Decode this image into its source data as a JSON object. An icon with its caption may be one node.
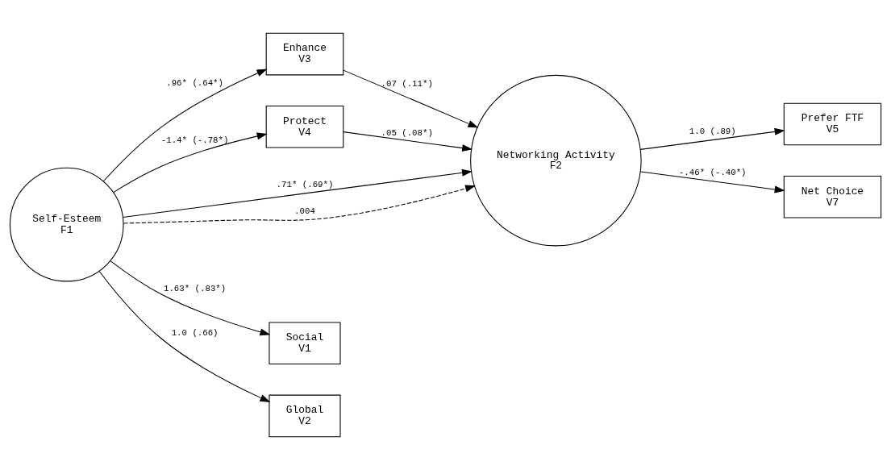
{
  "diagram": {
    "nodes": [
      {
        "text": [
          "Self-Esteem",
          "F1"
        ]
      },
      {
        "text": [
          "Enhance",
          "V3"
        ]
      },
      {
        "text": [
          "Protect",
          "V4"
        ]
      },
      {
        "text": [
          "Networking Activity",
          "F2"
        ]
      },
      {
        "text": [
          "Social",
          "V1"
        ]
      },
      {
        "text": [
          "Global",
          "V2"
        ]
      },
      {
        "text": [
          "Prefer FTF",
          "V5"
        ]
      },
      {
        "text": [
          "Net Choice",
          "V7"
        ]
      }
    ],
    "edges": [
      {
        "from": 0,
        "to": 3,
        "arrow": "to",
        "label": ".71* (.69*)"
      },
      {
        "from": 0,
        "to": 1,
        "arrow": "to",
        "label": ".96* (.64*)"
      },
      {
        "from": 0,
        "to": 3,
        "arrow": "to",
        "label": ".004",
        "style": "dashed"
      },
      {
        "from": 0,
        "to": 2,
        "arrow": "to",
        "label": "-1.4* (-.78*)"
      },
      {
        "from": 1,
        "to": 3,
        "arrow": "to",
        "label": ".07 (.11*)"
      },
      {
        "from": 2,
        "to": 3,
        "arrow": "to",
        "label": ".05 (.08*)"
      },
      {
        "from": 0,
        "to": 4,
        "arrow": "to",
        "label": "1.63* (.83*)"
      },
      {
        "from": 0,
        "to": 5,
        "arrow": "to",
        "label": "1.0 (.66)"
      },
      {
        "from": 3,
        "to": 6,
        "arrow": "to",
        "label": "1.0 (.89)"
      },
      {
        "from": 3,
        "to": 7,
        "arrow": "to",
        "label": "-.46* (-.40*)"
      }
    ]
  }
}
